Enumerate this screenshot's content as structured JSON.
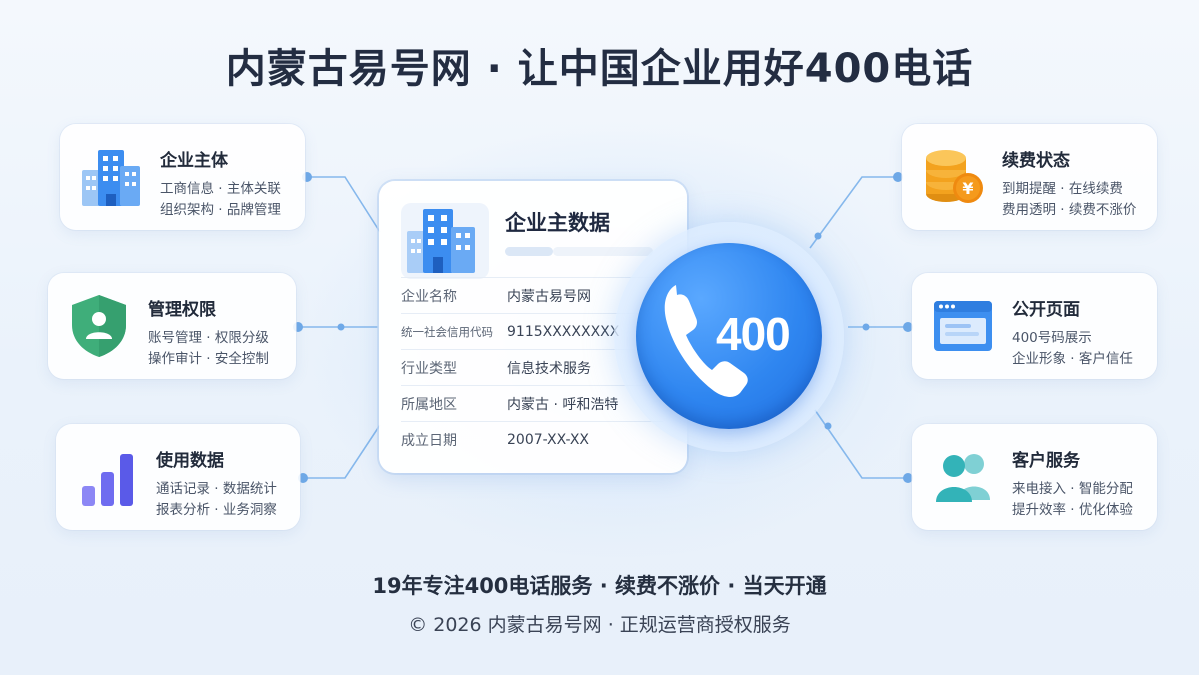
{
  "title": "内蒙古易号网 · 让中国企业用好400电话",
  "left_cards": [
    {
      "title": "企业主体",
      "lines": [
        "工商信息 · 主体关联",
        "组织架构 · 品牌管理"
      ],
      "icon": "building-icon"
    },
    {
      "title": "管理权限",
      "lines": [
        "账号管理 · 权限分级",
        "操作审计 · 安全控制"
      ],
      "icon": "shield-user-icon"
    },
    {
      "title": "使用数据",
      "lines": [
        "通话记录 · 数据统计",
        "报表分析 · 业务洞察"
      ],
      "icon": "bar-chart-icon"
    }
  ],
  "right_cards": [
    {
      "title": "续费状态",
      "lines": [
        "到期提醒 · 在线续费",
        "费用透明 · 续费不涨价"
      ],
      "icon": "coins-yen-icon"
    },
    {
      "title": "公开页面",
      "lines": [
        "400号码展示",
        "企业形象 · 客户信任"
      ],
      "icon": "webpage-icon"
    },
    {
      "title": "客户服务",
      "lines": [
        "来电接入 · 智能分配",
        "提升效率 · 优化体验"
      ],
      "icon": "users-icon"
    }
  ],
  "master": {
    "title": "企业主数据",
    "rows": [
      {
        "key": "企业名称",
        "value": "内蒙古易号网"
      },
      {
        "key": "统一社会信用代码",
        "value": "9115XXXXXXXX"
      },
      {
        "key": "行业类型",
        "value": "信息技术服务"
      },
      {
        "key": "所属地区",
        "value": "内蒙古 · 呼和浩特"
      },
      {
        "key": "成立日期",
        "value": "2007-XX-XX"
      }
    ]
  },
  "phone": {
    "number": "400",
    "icon": "phone-icon"
  },
  "footer": {
    "tagline": "19年专注400电话服务 · 续费不涨价 · 当天开通",
    "copyright": "© 2026 内蒙古易号网 · 正规运营商授权服务"
  },
  "colors": {
    "accent": "#2f86f0",
    "connector": "#7fb3ea",
    "shield": "#3fae7a",
    "coin": "#f6a623",
    "users": "#33b3b8",
    "bars": "#6c6cf0"
  }
}
